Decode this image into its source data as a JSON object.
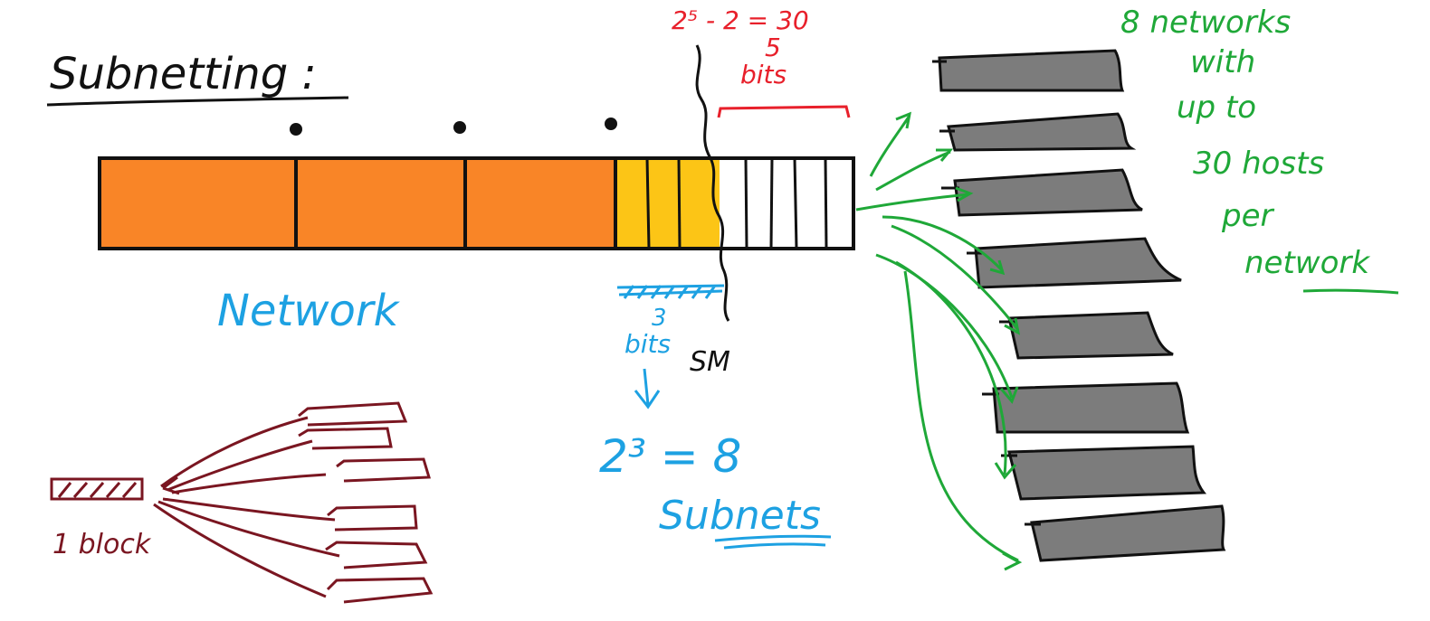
{
  "title": "Subnetting :",
  "colors": {
    "network": "#f98527",
    "subnet": "#fcc516",
    "host": "#ffffff",
    "blue": "#1da1e2",
    "red": "#e8202b",
    "green": "#1fa838",
    "maroon": "#7a1621",
    "gray": "#7c7c7c",
    "ink": "#111111"
  },
  "labels": {
    "network": "Network",
    "subnet_bits_count": "3",
    "subnet_bits_unit": "bits",
    "sm": "SM",
    "subnets_formula": "2³ = 8",
    "subnets_word": "Subnets",
    "host_formula": "2⁵ - 2 = 30",
    "host_bits_count": "5",
    "host_bits_unit": "bits",
    "one_block": "1 block"
  },
  "green_note": [
    "8 networks",
    "with",
    "up to",
    "30 hosts",
    "per",
    "network"
  ],
  "address_bar": {
    "octets": 4,
    "network_octets": 3,
    "subnet_bits": 3,
    "host_bits": 5
  },
  "networks_count": 8,
  "block_branches": 6
}
